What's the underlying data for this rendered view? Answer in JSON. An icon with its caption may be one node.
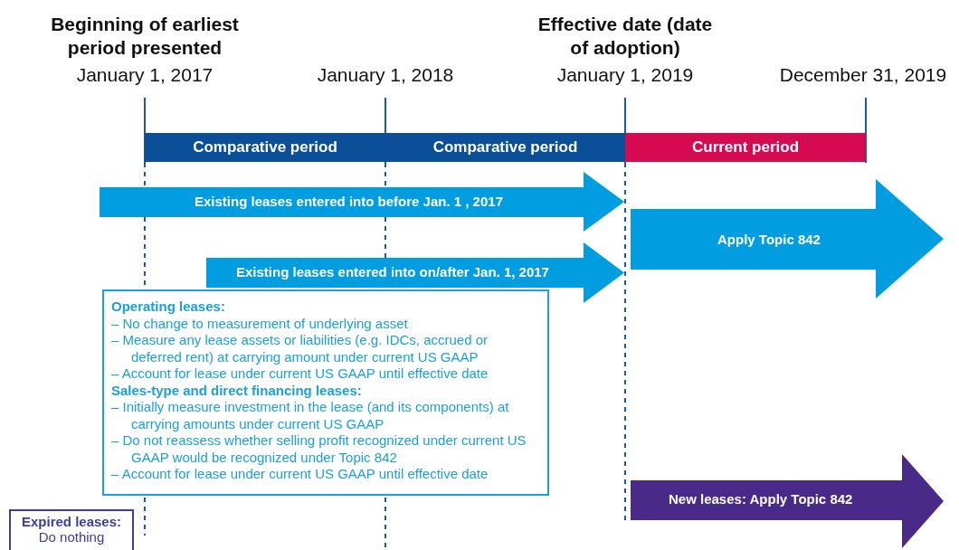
{
  "diagram": {
    "nodes": [
      {
        "text": [
          "Comparative period"
        ]
      },
      {
        "text": [
          "Comparative period"
        ]
      },
      {
        "text": [
          "Current period"
        ]
      },
      {
        "text": [
          "Existing leases entered into before Jan. 1 , 2017"
        ]
      },
      {
        "text": [
          "Apply Topic 842"
        ]
      },
      {
        "text": [
          "Existing leases entered into on/after Jan. 1, 2017"
        ]
      },
      {
        "text": [
          "Operating leases:",
          "– No change to measurement of underlying asset",
          "– Measure any lease assets or liabilities (e.g. IDCs, accrued or deferred rent) at carrying amount under current US GAAP",
          "– Account for lease under current US GAAP until effective date",
          "Sales-type and direct financing leases:",
          "– Initially measure investment in the lease (and its components) at carrying amounts under current US GAAP",
          "– Do not reassess whether selling profit recognized under current US GAAP would be recognized under Topic 842",
          "– Account for lease under current US GAAP until effective date"
        ]
      },
      {
        "text": [
          "New leases: Apply Topic 842"
        ]
      },
      {
        "text": [
          "Expired leases:",
          "Do nothing"
        ]
      }
    ],
    "labels": [
      "Beginning of earliest period presented",
      "January 1, 2017",
      "January 1, 2018",
      "Effective date (date of adoption)",
      "January 1, 2019",
      "December 31, 2019"
    ]
  }
}
